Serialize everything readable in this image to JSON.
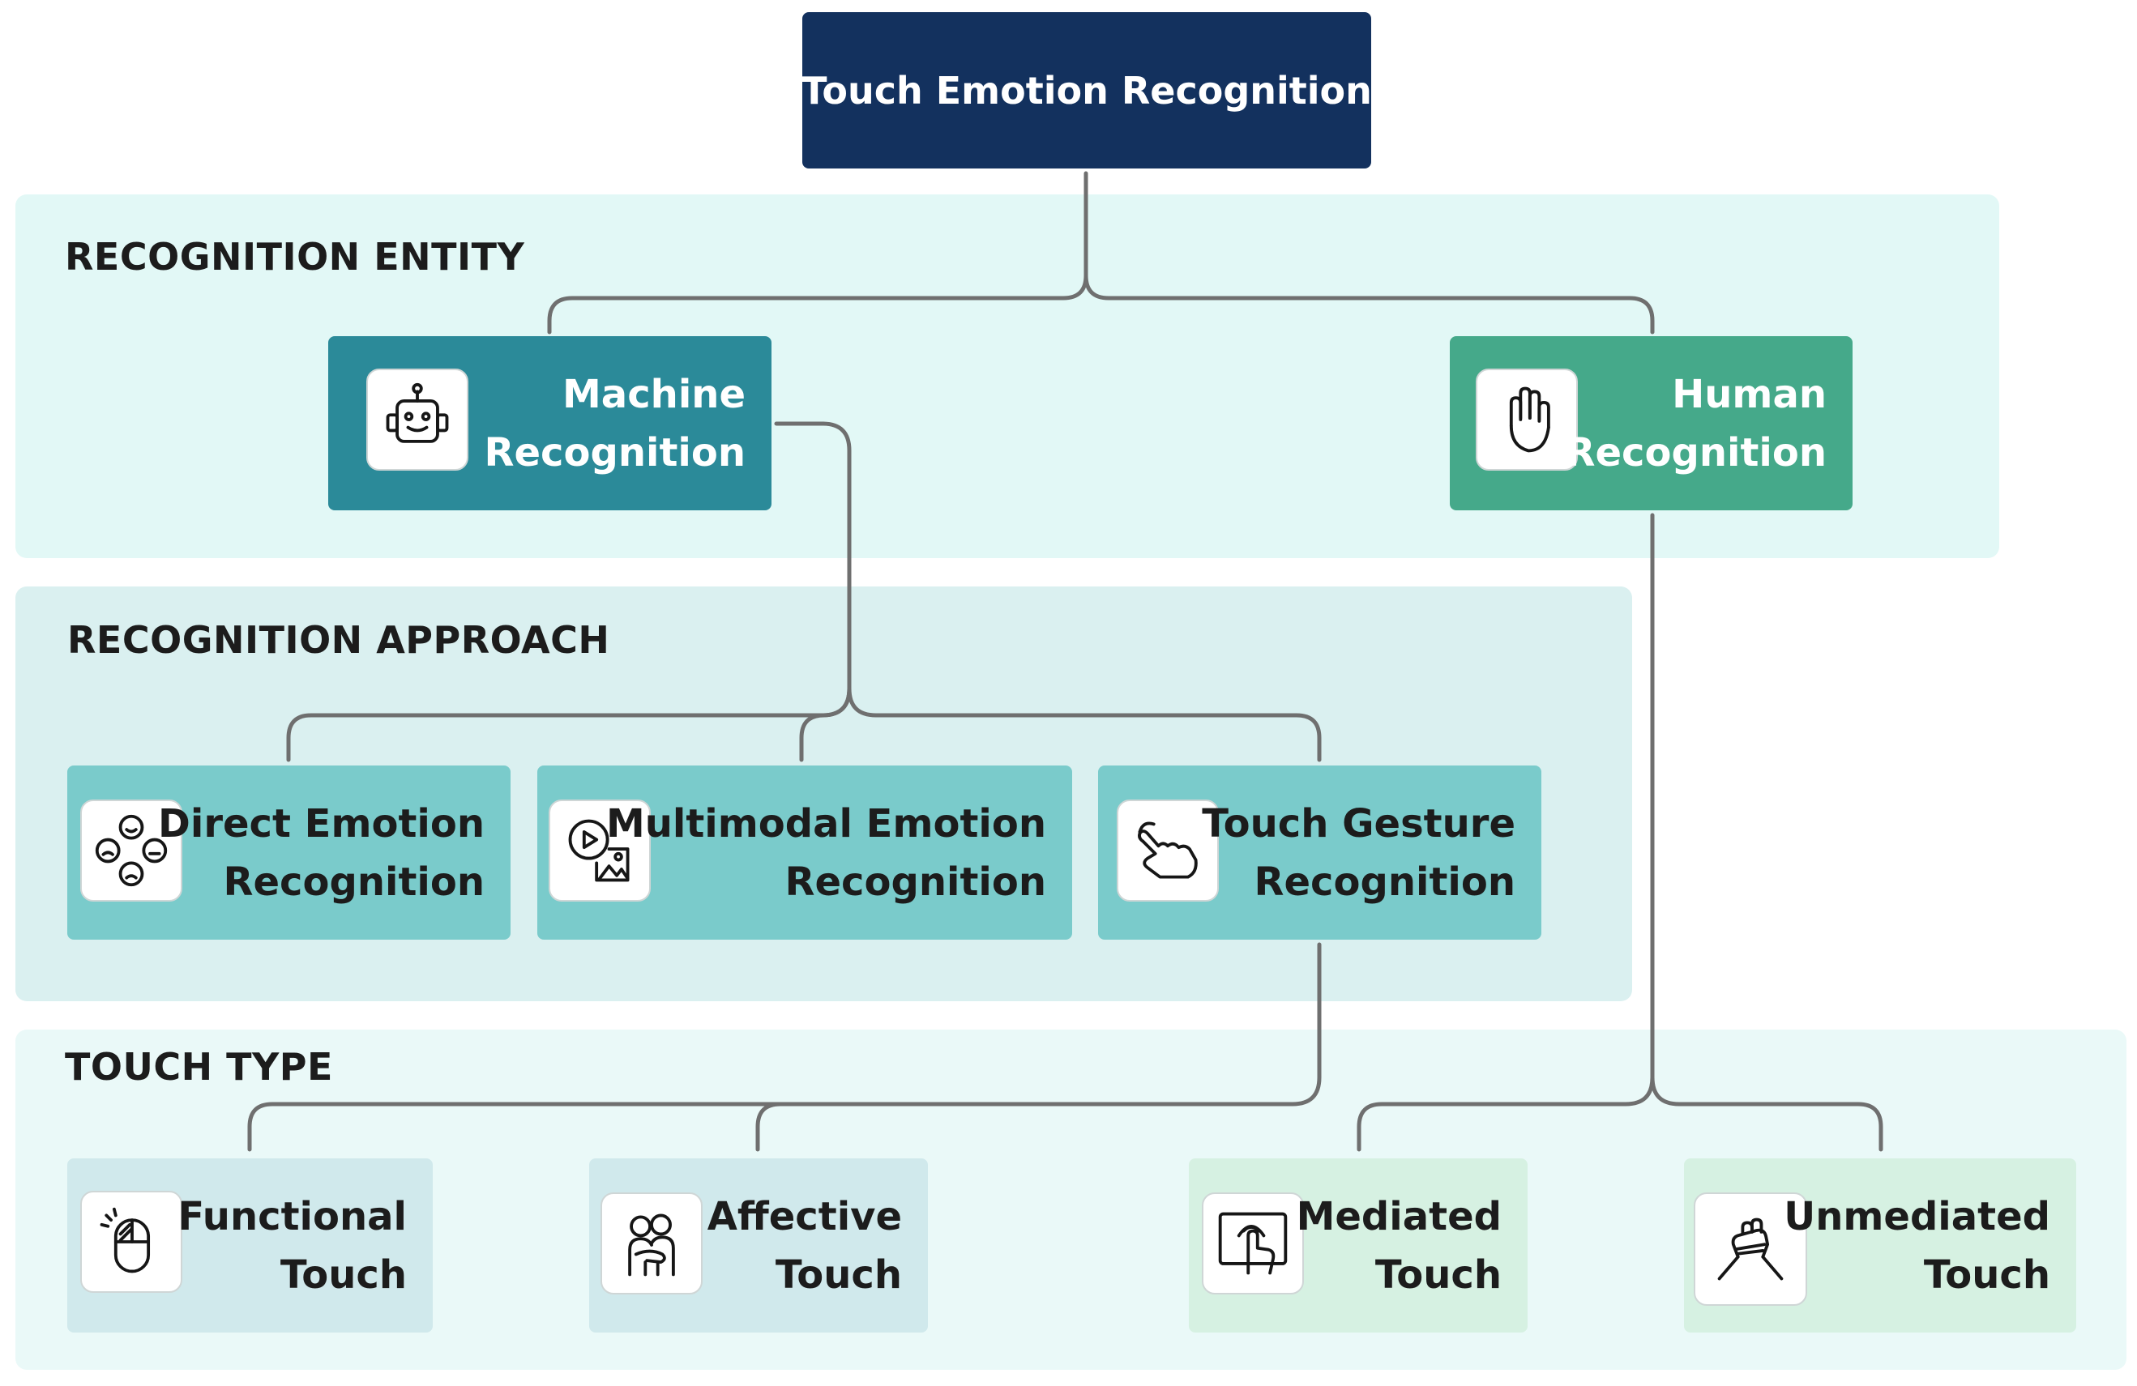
{
  "root": {
    "label": "Touch Emotion Recognition"
  },
  "sections": {
    "entity": {
      "title": "RECOGNITION ENTITY"
    },
    "approach": {
      "title": "RECOGNITION APPROACH"
    },
    "touch": {
      "title": "TOUCH TYPE"
    }
  },
  "nodes": {
    "machine": {
      "line1": "Machine",
      "line2": "Recognition",
      "icon": "robot-icon"
    },
    "human": {
      "line1": "Human",
      "line2": "Recognition",
      "icon": "raised-hand-icon"
    },
    "direct": {
      "line1": "Direct Emotion",
      "line2": "Recognition",
      "icon": "emotion-faces-icon"
    },
    "multimodal": {
      "line1": "Multimodal Emotion",
      "line2": "Recognition",
      "icon": "multimedia-icon"
    },
    "gesture": {
      "line1": "Touch Gesture",
      "line2": "Recognition",
      "icon": "pointing-hand-icon"
    },
    "functional": {
      "line1": "Functional",
      "line2": "Touch",
      "icon": "mouse-click-icon"
    },
    "affective": {
      "line1": "Affective",
      "line2": "Touch",
      "icon": "hug-icon"
    },
    "mediated": {
      "line1": "Mediated",
      "line2": "Touch",
      "icon": "touchscreen-icon"
    },
    "unmediated": {
      "line1": "Unmediated",
      "line2": "Touch",
      "icon": "handshake-icon"
    }
  },
  "colors": {
    "root": "#13315e",
    "machine": "#2b8a99",
    "human": "#45a98a",
    "approach_nodes": "#7acbcb",
    "touch_left_nodes": "#d0e9ec",
    "touch_right_nodes": "#d6f1e2",
    "connector": "#6f6f6f"
  }
}
